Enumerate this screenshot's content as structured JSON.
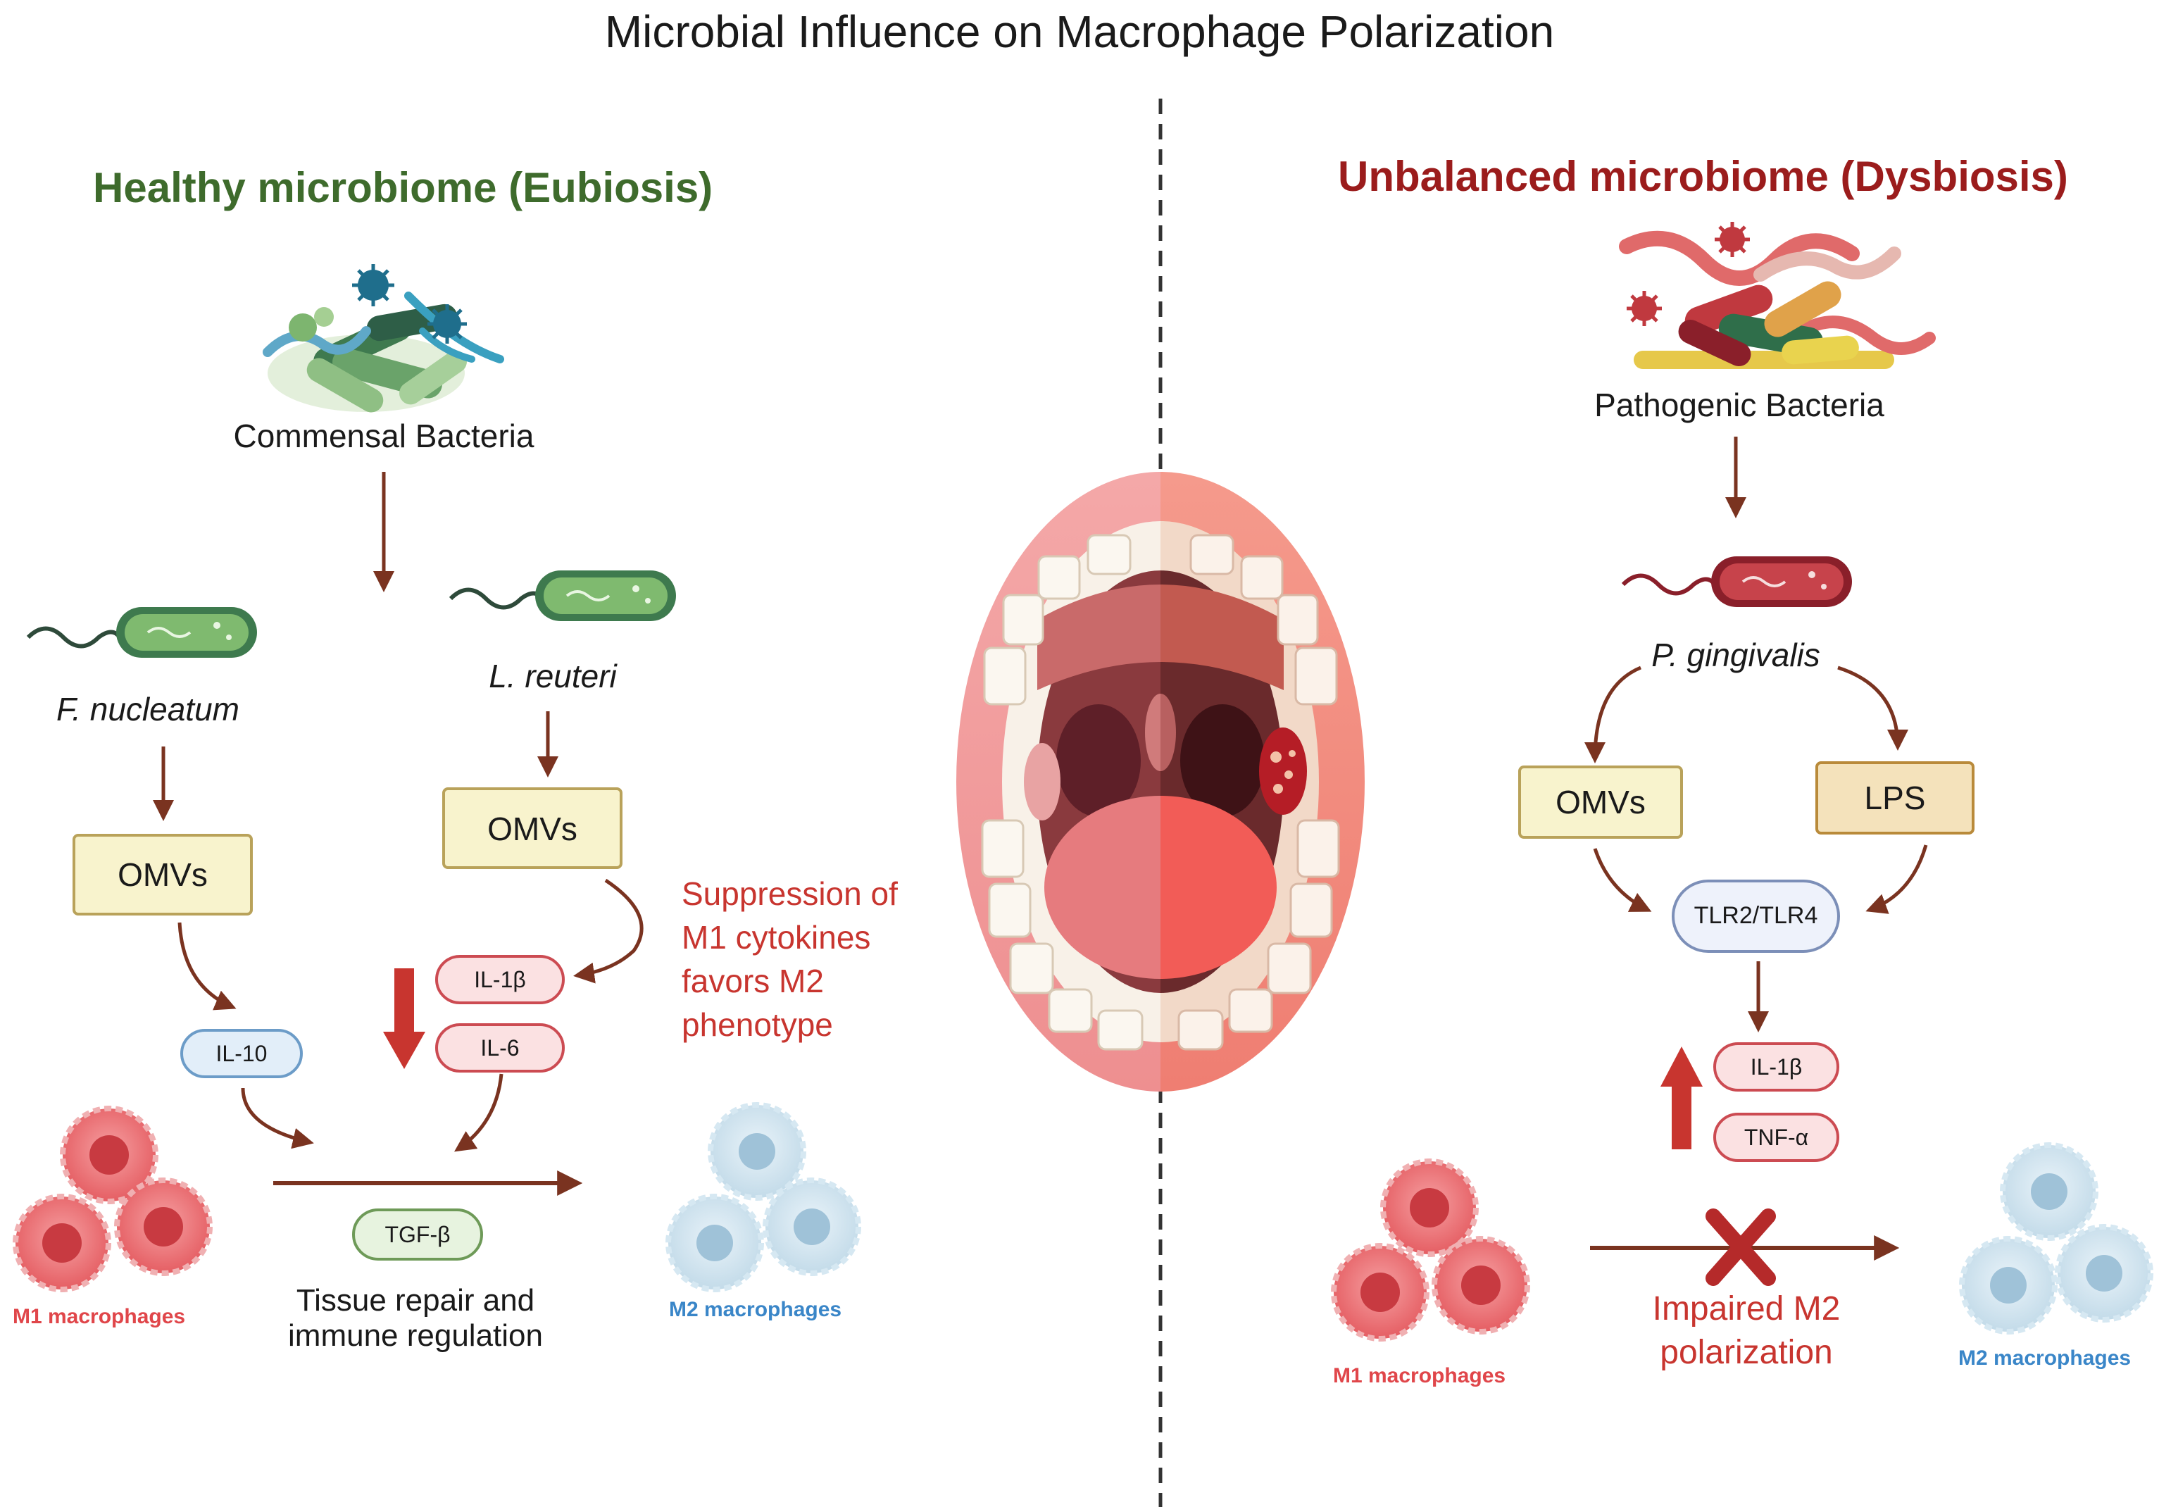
{
  "title": "Microbial Influence on Macrophage Polarization",
  "left": {
    "heading": "Healthy microbiome (Eubiosis)",
    "source_label": "Commensal Bacteria",
    "bacterium_1": "F. nucleatum",
    "bacterium_2": "L. reuteri",
    "omv_1": "OMVs",
    "omv_2": "OMVs",
    "cytokine_il10": "IL-10",
    "cytokine_il1b": "IL-1β",
    "cytokine_il6": "IL-6",
    "cytokine_tgfb": "TGF-β",
    "note_line1": "Suppression of",
    "note_line2": "M1 cytokines",
    "note_line3": "favors M2",
    "note_line4": "phenotype",
    "outcome_line1": "Tissue repair and",
    "outcome_line2": "immune regulation",
    "m1_label": "M1 macrophages",
    "m2_label": "M2 macrophages"
  },
  "right": {
    "heading": "Unbalanced microbiome (Dysbiosis)",
    "source_label": "Pathogenic Bacteria",
    "bacterium": "P. gingivalis",
    "omv": "OMVs",
    "lps": "LPS",
    "receptor": "TLR2/TLR4",
    "cytokine_il1b": "IL-1β",
    "cytokine_tnfa": "TNF-α",
    "outcome_line1": "Impaired M2",
    "outcome_line2": "polarization",
    "m1_label": "M1 macrophages",
    "m2_label": "M2 macrophages"
  },
  "colors": {
    "arrow": "#7a3320",
    "healthy_green": "#3e6b2c",
    "dysbiosis_red": "#9b1c1c",
    "m1_cell": "#e8676b",
    "m2_cell": "#a9cbe0"
  }
}
